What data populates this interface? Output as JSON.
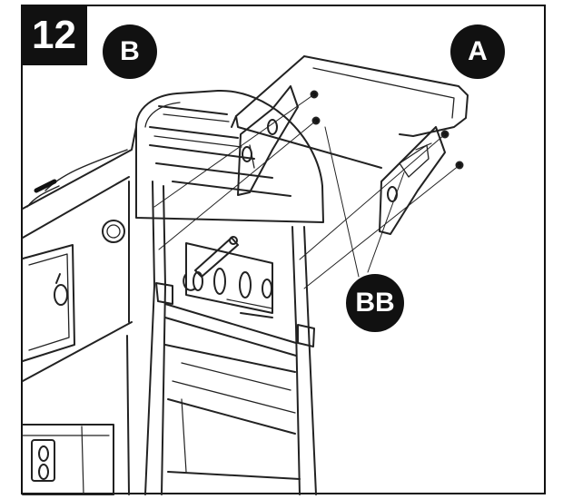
{
  "step_number": "12",
  "callouts": {
    "a": "A",
    "b": "B",
    "bb": "BB"
  },
  "colors": {
    "ink": "#111111",
    "line": "#222222",
    "callout_bg": "#111111",
    "callout_text": "#ffffff"
  }
}
